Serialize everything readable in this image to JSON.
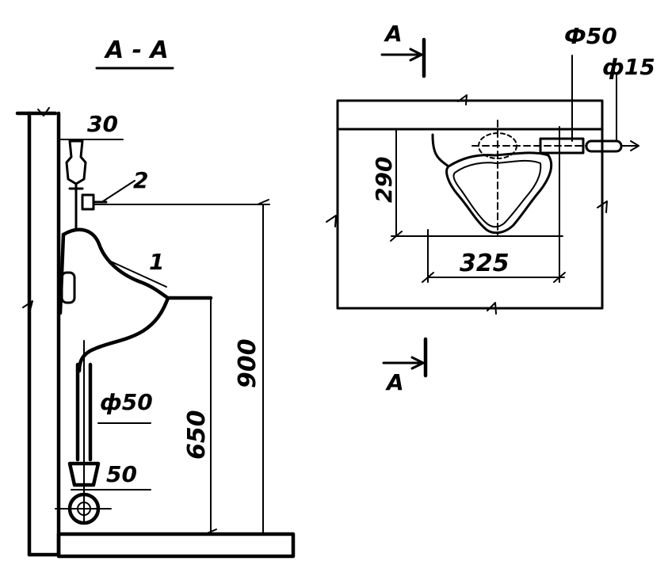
{
  "section_title": "А - А",
  "section_marker_top": "А",
  "section_marker_bottom": "А",
  "dimensions": {
    "wall_offset": "30",
    "total_height": "900",
    "rim_height": "650",
    "drain_pipe": "ф50",
    "trap_offset": "50",
    "plan_depth": "290",
    "plan_width": "325",
    "plan_pipe_large": "Ф50",
    "plan_pipe_small": "ф15"
  },
  "callouts": {
    "urinal": "1",
    "valve": "2"
  }
}
